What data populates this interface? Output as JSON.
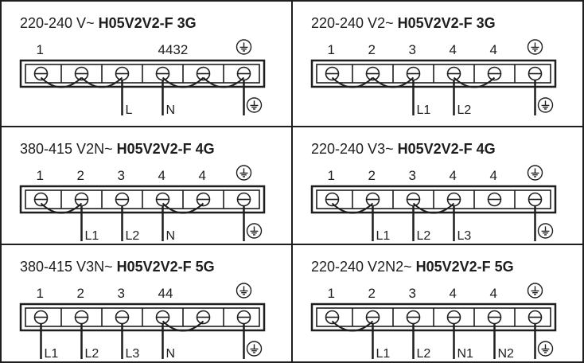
{
  "colors": {
    "line": "#1e1e1e",
    "background": "#ffffff",
    "terminal_fill": "#ffffff"
  },
  "icons": {
    "earth": "earth-ground-icon",
    "screw": "screw-terminal-icon"
  },
  "panels": [
    {
      "voltage": "220-240 V~",
      "cable": "H05V2V2-F 3G",
      "numbers": [
        {
          "text": "1",
          "term": 0
        },
        {
          "text": "4432",
          "term": 3
        }
      ],
      "bridges": [
        [
          0,
          1
        ],
        [
          1,
          2
        ],
        [
          3,
          4
        ],
        [
          4,
          5
        ]
      ],
      "wires": [
        {
          "term": 2,
          "label": "L"
        },
        {
          "term": 3,
          "label": "N"
        }
      ]
    },
    {
      "voltage": "220-240 V2~",
      "cable": "H05V2V2-F 3G",
      "numbers": [
        {
          "text": "1",
          "term": 0
        },
        {
          "text": "2",
          "term": 1
        },
        {
          "text": "3",
          "term": 2
        },
        {
          "text": "4",
          "term": 3
        },
        {
          "text": "4",
          "term": 4
        }
      ],
      "bridges": [
        [
          0,
          1
        ],
        [
          1,
          2
        ],
        [
          3,
          4
        ]
      ],
      "wires": [
        {
          "term": 2,
          "label": "L1"
        },
        {
          "term": 3,
          "label": "L2"
        }
      ]
    },
    {
      "voltage": "380-415 V2N~",
      "cable": "H05V2V2-F 4G",
      "numbers": [
        {
          "text": "1",
          "term": 0
        },
        {
          "text": "2",
          "term": 1
        },
        {
          "text": "3",
          "term": 2
        },
        {
          "text": "4",
          "term": 3
        },
        {
          "text": "4",
          "term": 4
        }
      ],
      "bridges": [
        [
          0,
          1
        ],
        [
          3,
          4
        ]
      ],
      "wires": [
        {
          "term": 1,
          "label": "L1"
        },
        {
          "term": 2,
          "label": "L2"
        },
        {
          "term": 3,
          "label": "N"
        }
      ]
    },
    {
      "voltage": "220-240 V3~",
      "cable": "H05V2V2-F 4G",
      "numbers": [
        {
          "text": "1",
          "term": 0
        },
        {
          "text": "2",
          "term": 1
        },
        {
          "text": "3",
          "term": 2
        },
        {
          "text": "4",
          "term": 3
        },
        {
          "text": "4",
          "term": 4
        }
      ],
      "bridges": [
        [
          0,
          1
        ],
        [
          2,
          3
        ]
      ],
      "wires": [
        {
          "term": 1,
          "label": "L1"
        },
        {
          "term": 2,
          "label": "L2"
        },
        {
          "term": 3,
          "label": "L3"
        }
      ]
    },
    {
      "voltage": "380-415 V3N~",
      "cable": "H05V2V2-F 5G",
      "numbers": [
        {
          "text": "1",
          "term": 0
        },
        {
          "text": "2",
          "term": 1
        },
        {
          "text": "3",
          "term": 2
        },
        {
          "text": "44",
          "term": 3
        }
      ],
      "bridges": [
        [
          3,
          4
        ]
      ],
      "wires": [
        {
          "term": 0,
          "label": "L1"
        },
        {
          "term": 1,
          "label": "L2"
        },
        {
          "term": 2,
          "label": "L3"
        },
        {
          "term": 3,
          "label": "N"
        }
      ]
    },
    {
      "voltage": "220-240 V2N2~",
      "cable": "H05V2V2-F 5G",
      "numbers": [
        {
          "text": "1",
          "term": 0
        },
        {
          "text": "2",
          "term": 1
        },
        {
          "text": "3",
          "term": 2
        },
        {
          "text": "4",
          "term": 3
        },
        {
          "text": "4",
          "term": 4
        }
      ],
      "bridges": [
        [
          0,
          1
        ]
      ],
      "wires": [
        {
          "term": 1,
          "label": "L1"
        },
        {
          "term": 2,
          "label": "L2"
        },
        {
          "term": 3,
          "label": "N1"
        },
        {
          "term": 4,
          "label": "N2"
        }
      ]
    }
  ]
}
